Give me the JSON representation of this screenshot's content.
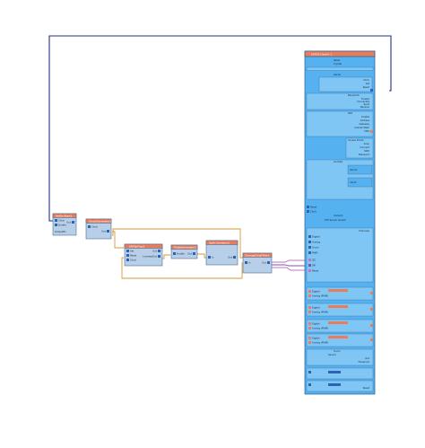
{
  "canvas": {
    "background": "#ffffff"
  },
  "colors": {
    "wire_blue": "#23307f",
    "wire_orange": "#d39a37",
    "wire_pink": "#c474c0",
    "wire_purple": "#7a58a8",
    "node_header": "#e97c5c",
    "node_body": "#b7cfe9",
    "big_body": "#56b1f0",
    "big_inner": "#7fc6f5",
    "pin_blue": "#2d63b5"
  },
  "nodes": {
    "n1": {
      "title": "SetOnStart1",
      "inputs": [
        "Clock",
        "Enable"
      ],
      "outputs": [
        "Out"
      ],
      "extra": "OutputPin"
    },
    "n2": {
      "title": "ClockGenerator1",
      "inputs": [
        "Clock"
      ],
      "outputs": [
        "Out"
      ]
    },
    "n3": {
      "title": "SRFlipFlop1",
      "inputs": [
        "Set",
        "Reset",
        "Clock"
      ],
      "outputs": [
        "Out",
        "InvertedOut"
      ]
    },
    "n4": {
      "title": "PulseGenerator1",
      "inputs": [
        "Enable"
      ],
      "outputs": [
        "Out"
      ]
    },
    "n5": {
      "title": "Split-Combine1",
      "inputs": [
        "In"
      ],
      "outputs": [
        "Out"
      ]
    },
    "n6": {
      "title": "ChangeOnlyFilter1",
      "inputs": [
        "In"
      ],
      "outputs": [
        "Out"
      ]
    }
  },
  "big": {
    "title": "ESP32 DevKit 1",
    "top_pins": [
      "Reset",
      "Crystal"
    ],
    "sec1_label": "Serial",
    "sec1_pins": [
      "Clock",
      "Set",
      "Reset"
    ],
    "sec2_label": "Bluetooth",
    "sec2_pins": [
      "Enable",
      "Connected",
      "Send",
      "Receive"
    ],
    "sec3_label": "WiFi",
    "sec3_pins": [
      "Enable",
      "Address",
      "Gateway",
      "Subnet Mask",
      "DNS"
    ],
    "sec4_label": "Access Points",
    "sec4_pins": [
      "Scan",
      "Connect",
      "SSID",
      "Password"
    ],
    "sec5_label": "Sockets",
    "sec5_pins": [
      "Server",
      "Client"
    ],
    "mid_pins": [
      "Reset",
      "Clock"
    ],
    "mid_row": "Outputs",
    "mid_row2": "TCP Server Socket",
    "sec6_label": "Channels",
    "sec6_pins": [
      "Digital",
      "Analog",
      "Touch",
      "PWM",
      "I2C",
      "SPI",
      "Reset"
    ],
    "blocks": [
      {
        "a": "Digital",
        "b": "Analog (PWM)"
      },
      {
        "a": "Digital",
        "b": "Analog (PWM)"
      },
      {
        "a": "Digital",
        "b": "Analog (PWM)"
      },
      {
        "a": "Digital",
        "b": "Analog (PWM)"
      }
    ],
    "bottom_label": "Touch",
    "bottom_pins": [
      "Sensor",
      "Out",
      "Threshold"
    ],
    "last_label": "Reset"
  }
}
